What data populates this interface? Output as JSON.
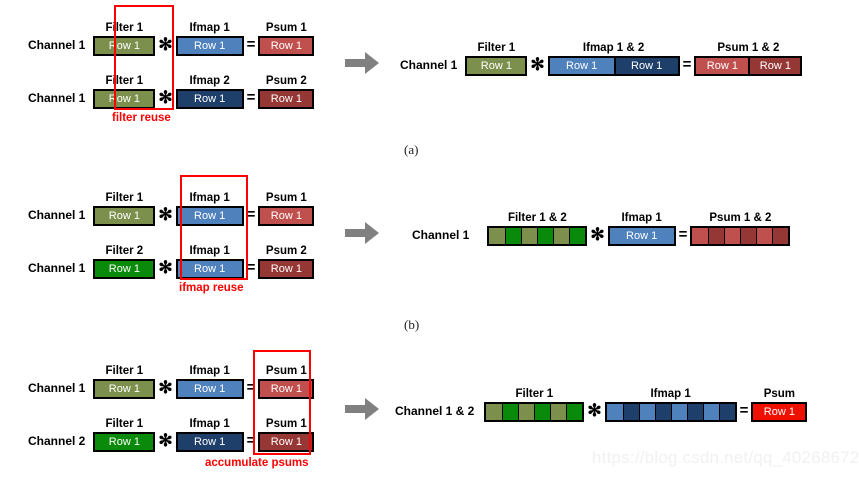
{
  "colors": {
    "filter_light": "#7d8f4c",
    "filter_dark": "#0a8a0a",
    "ifmap_light": "#4f81bd",
    "ifmap_dark": "#1f3f6b",
    "psum_light": "#c0504d",
    "psum_dark": "#953735",
    "psum_bright": "#f01000",
    "highlight": "#ff0000",
    "arrow": "#808080",
    "outline": "#000000"
  },
  "symbols": {
    "multiply": "✻",
    "equals": "=",
    "row_label": "Row 1"
  },
  "panels": [
    {
      "id": "a",
      "caption": "(a)",
      "highlight_label": "filter reuse",
      "left_rows": [
        {
          "channel": "Channel 1",
          "blocks": [
            {
              "cap": "Filter 1",
              "cells": [
                {
                  "text": "Row 1",
                  "color": "#7d8f4c",
                  "width": 58
                }
              ]
            },
            {
              "cap": "Ifmap 1",
              "cells": [
                {
                  "text": "Row 1",
                  "color": "#4f81bd",
                  "width": 64
                }
              ]
            },
            {
              "cap": "Psum 1",
              "cells": [
                {
                  "text": "Row 1",
                  "color": "#c0504d",
                  "width": 52
                }
              ]
            }
          ]
        },
        {
          "channel": "Channel 1",
          "blocks": [
            {
              "cap": "Filter 1",
              "cells": [
                {
                  "text": "Row 1",
                  "color": "#7d8f4c",
                  "width": 58
                }
              ]
            },
            {
              "cap": "Ifmap 2",
              "cells": [
                {
                  "text": "Row 1",
                  "color": "#1f3f6b",
                  "width": 64
                }
              ]
            },
            {
              "cap": "Psum 2",
              "cells": [
                {
                  "text": "Row 1",
                  "color": "#953735",
                  "width": 52
                }
              ]
            }
          ]
        }
      ],
      "right_row": {
        "channel": "Channel 1",
        "blocks": [
          {
            "cap": "Filter 1",
            "cells": [
              {
                "text": "Row 1",
                "color": "#7d8f4c",
                "width": 58
              }
            ]
          },
          {
            "cap": "Ifmap 1 & 2",
            "cells": [
              {
                "text": "Row 1",
                "color": "#4f81bd",
                "width": 64
              },
              {
                "text": "Row 1",
                "color": "#1f3f6b",
                "width": 64
              }
            ]
          },
          {
            "cap": "Psum 1 & 2",
            "cells": [
              {
                "text": "Row 1",
                "color": "#c0504d",
                "width": 52
              },
              {
                "text": "Row 1",
                "color": "#953735",
                "width": 52
              }
            ]
          }
        ]
      }
    },
    {
      "id": "b",
      "caption": "(b)",
      "highlight_label": "ifmap reuse",
      "left_rows": [
        {
          "channel": "Channel 1",
          "blocks": [
            {
              "cap": "Filter 1",
              "cells": [
                {
                  "text": "Row 1",
                  "color": "#7d8f4c",
                  "width": 58
                }
              ]
            },
            {
              "cap": "Ifmap 1",
              "cells": [
                {
                  "text": "Row 1",
                  "color": "#4f81bd",
                  "width": 64
                }
              ]
            },
            {
              "cap": "Psum 1",
              "cells": [
                {
                  "text": "Row 1",
                  "color": "#c0504d",
                  "width": 52
                }
              ]
            }
          ]
        },
        {
          "channel": "Channel 1",
          "blocks": [
            {
              "cap": "Filter 2",
              "cells": [
                {
                  "text": "Row 1",
                  "color": "#0a8a0a",
                  "width": 58
                }
              ]
            },
            {
              "cap": "Ifmap 1",
              "cells": [
                {
                  "text": "Row 1",
                  "color": "#4f81bd",
                  "width": 64
                }
              ]
            },
            {
              "cap": "Psum 2",
              "cells": [
                {
                  "text": "Row 1",
                  "color": "#953735",
                  "width": 52
                }
              ]
            }
          ]
        }
      ],
      "right_row": {
        "channel": "Channel 1",
        "blocks": [
          {
            "cap": "Filter 1 & 2",
            "cells": [
              {
                "text": "",
                "color": "#7d8f4c",
                "width": 16
              },
              {
                "text": "",
                "color": "#0a8a0a",
                "width": 16
              },
              {
                "text": "",
                "color": "#7d8f4c",
                "width": 16
              },
              {
                "text": "",
                "color": "#0a8a0a",
                "width": 16
              },
              {
                "text": "",
                "color": "#7d8f4c",
                "width": 16
              },
              {
                "text": "",
                "color": "#0a8a0a",
                "width": 16
              }
            ]
          },
          {
            "cap": "Ifmap 1",
            "cells": [
              {
                "text": "Row 1",
                "color": "#4f81bd",
                "width": 64
              }
            ]
          },
          {
            "cap": "Psum 1 & 2",
            "cells": [
              {
                "text": "",
                "color": "#c0504d",
                "width": 16
              },
              {
                "text": "",
                "color": "#953735",
                "width": 16
              },
              {
                "text": "",
                "color": "#c0504d",
                "width": 16
              },
              {
                "text": "",
                "color": "#953735",
                "width": 16
              },
              {
                "text": "",
                "color": "#c0504d",
                "width": 16
              },
              {
                "text": "",
                "color": "#953735",
                "width": 16
              }
            ]
          }
        ]
      }
    },
    {
      "id": "c",
      "caption": "",
      "highlight_label": "accumulate psums",
      "left_rows": [
        {
          "channel": "Channel 1",
          "blocks": [
            {
              "cap": "Filter 1",
              "cells": [
                {
                  "text": "Row 1",
                  "color": "#7d8f4c",
                  "width": 58
                }
              ]
            },
            {
              "cap": "Ifmap 1",
              "cells": [
                {
                  "text": "Row 1",
                  "color": "#4f81bd",
                  "width": 64
                }
              ]
            },
            {
              "cap": "Psum 1",
              "cells": [
                {
                  "text": "Row 1",
                  "color": "#c0504d",
                  "width": 52
                }
              ]
            }
          ]
        },
        {
          "channel": "Channel 2",
          "blocks": [
            {
              "cap": "Filter 1",
              "cells": [
                {
                  "text": "Row 1",
                  "color": "#0a8a0a",
                  "width": 58
                }
              ]
            },
            {
              "cap": "Ifmap 1",
              "cells": [
                {
                  "text": "Row 1",
                  "color": "#1f3f6b",
                  "width": 64
                }
              ]
            },
            {
              "cap": "Psum 1",
              "cells": [
                {
                  "text": "Row 1",
                  "color": "#953735",
                  "width": 52
                }
              ]
            }
          ]
        }
      ],
      "right_row": {
        "channel": "Channel 1 & 2",
        "blocks": [
          {
            "cap": "Filter 1",
            "cells": [
              {
                "text": "",
                "color": "#7d8f4c",
                "width": 16
              },
              {
                "text": "",
                "color": "#0a8a0a",
                "width": 16
              },
              {
                "text": "",
                "color": "#7d8f4c",
                "width": 16
              },
              {
                "text": "",
                "color": "#0a8a0a",
                "width": 16
              },
              {
                "text": "",
                "color": "#7d8f4c",
                "width": 16
              },
              {
                "text": "",
                "color": "#0a8a0a",
                "width": 16
              }
            ]
          },
          {
            "cap": "Ifmap 1",
            "cells": [
              {
                "text": "",
                "color": "#4f81bd",
                "width": 16
              },
              {
                "text": "",
                "color": "#1f3f6b",
                "width": 16
              },
              {
                "text": "",
                "color": "#4f81bd",
                "width": 16
              },
              {
                "text": "",
                "color": "#1f3f6b",
                "width": 16
              },
              {
                "text": "",
                "color": "#4f81bd",
                "width": 16
              },
              {
                "text": "",
                "color": "#1f3f6b",
                "width": 16
              },
              {
                "text": "",
                "color": "#4f81bd",
                "width": 16
              },
              {
                "text": "",
                "color": "#1f3f6b",
                "width": 16
              }
            ]
          },
          {
            "cap": "Psum",
            "cells": [
              {
                "text": "Row 1",
                "color": "#f01000",
                "width": 52
              }
            ]
          }
        ]
      }
    }
  ],
  "watermark": "https://blog.csdn.net/qq_40268672"
}
